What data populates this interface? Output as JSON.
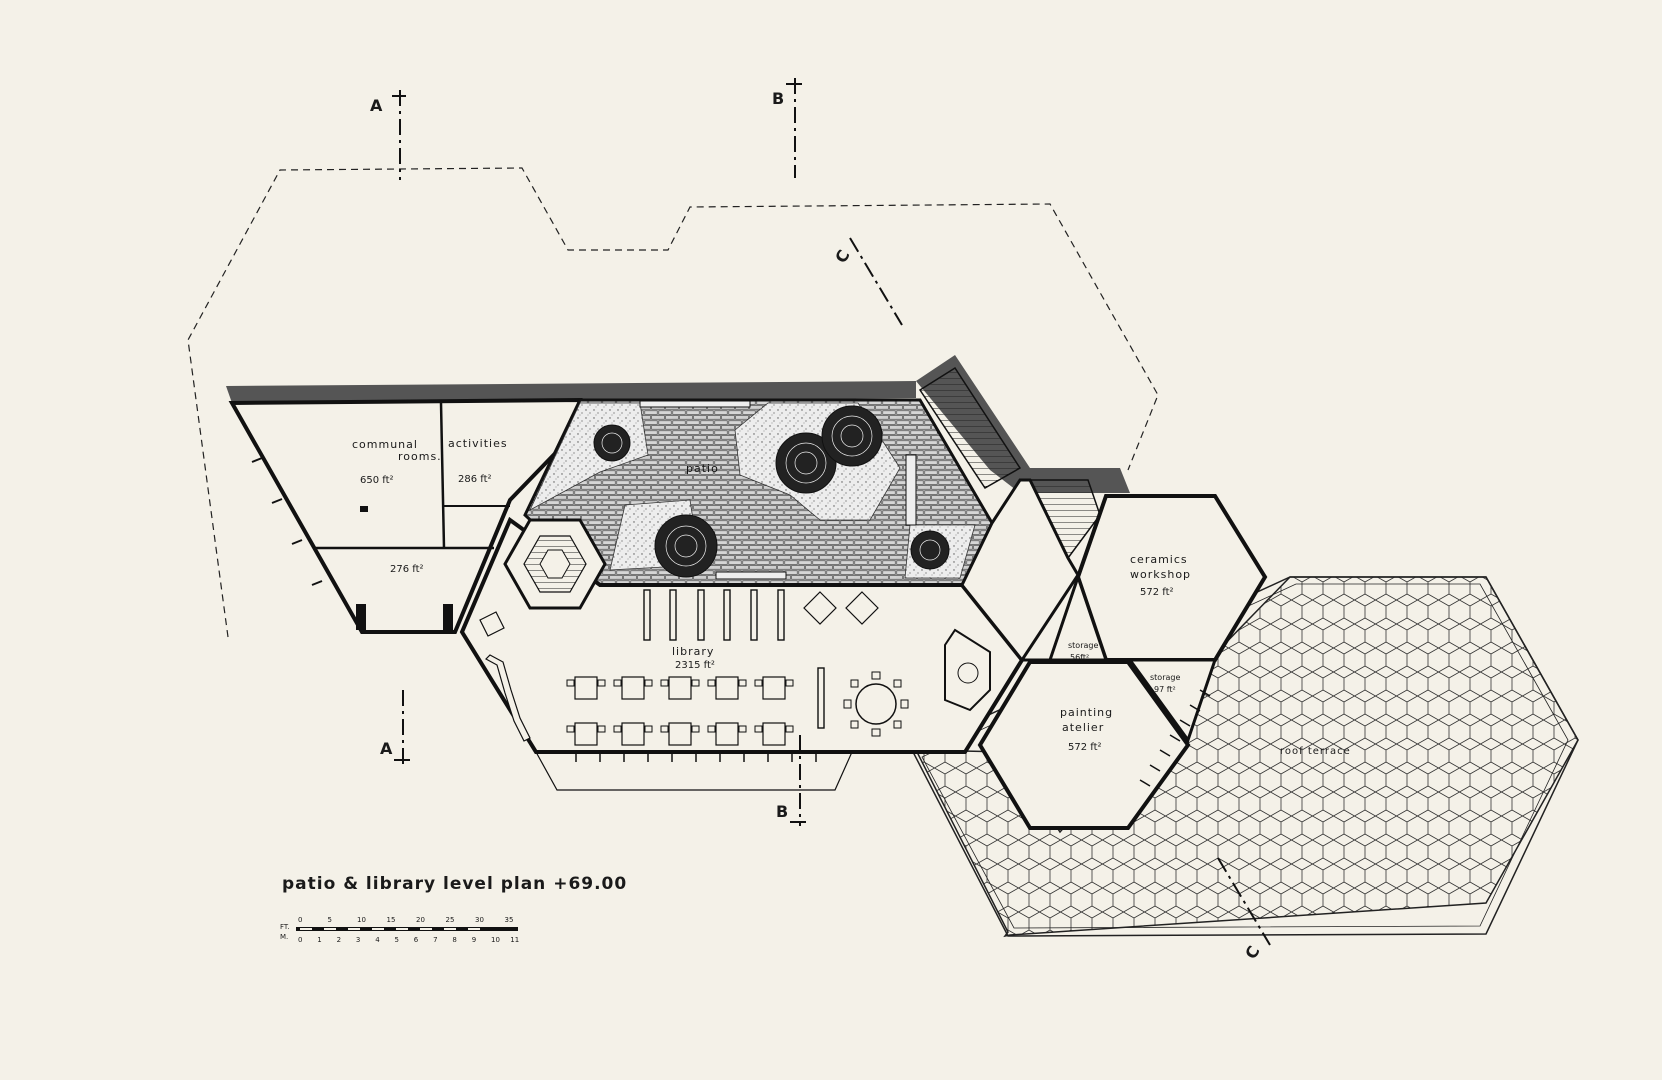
{
  "rooms": {
    "communal": "communal",
    "activities": "activities",
    "rooms": "rooms.",
    "communal_area": "650 ft²",
    "activities_area": "286 ft²",
    "lower_area": "276 ft²",
    "patio": "patio",
    "library": "library",
    "library_area": "2315 ft²",
    "ceramics_1": "ceramics",
    "ceramics_2": "workshop",
    "ceramics_area": "572 ft²",
    "storage_a": "storage",
    "storage_a_area": "56ft²",
    "storage_b": "storage",
    "storage_b_area": "97 ft²",
    "painting_1": "painting",
    "painting_2": "atelier",
    "painting_area": "572 ft²",
    "roof_terrace": "roof terrace"
  },
  "sections": {
    "a_top": "A",
    "a_bottom": "A",
    "b_top": "B",
    "b_bottom": "B",
    "c_top": "C",
    "c_bottom": "C"
  },
  "title": "patio & library level plan +69.00",
  "scale": {
    "ft_unit": "FT.",
    "m_unit": "M.",
    "ft_ticks": [
      "0",
      "5",
      "10",
      "15",
      "20",
      "25",
      "30",
      "35"
    ],
    "m_ticks": [
      "0",
      "1",
      "2",
      "3",
      "4",
      "5",
      "6",
      "7",
      "8",
      "9",
      "10",
      "11"
    ]
  },
  "colors": {
    "ink": "#1a1a1a",
    "paper": "#f4f1e8",
    "wall": "#555555"
  }
}
